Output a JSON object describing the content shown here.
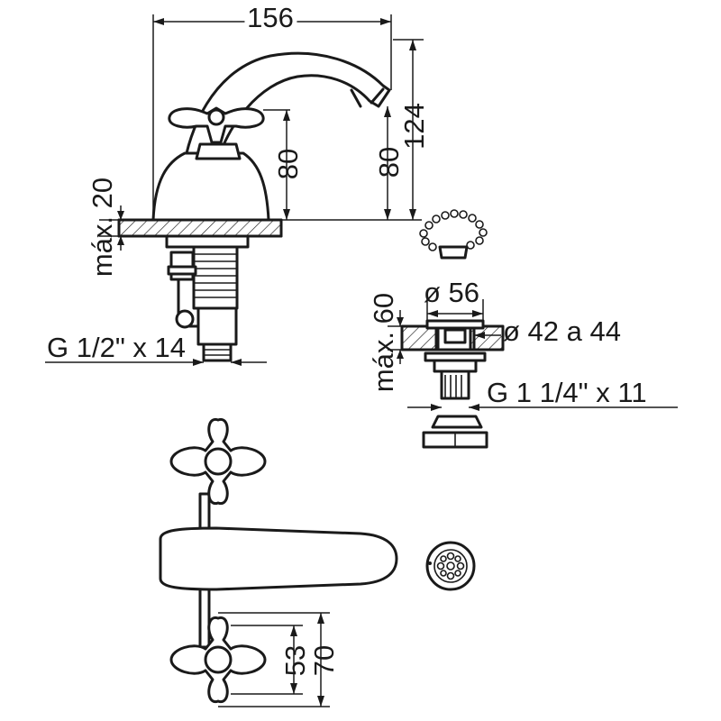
{
  "dimensions": {
    "width_total": "156",
    "height_total": "124",
    "spout_height": "80",
    "handle_height": "80",
    "max_thickness": "máx. 20",
    "inlet_thread": "G 1/2\" x 14",
    "drain_diameter": "ø 56",
    "drain_max_thickness": "máx. 60",
    "drain_hole_range": "ø 42 a 44",
    "drain_thread": "G 1 1/4\" x 11",
    "handle_spacing_inner": "53",
    "handle_spacing_outer": "70"
  },
  "colors": {
    "line": "#1a1a1a",
    "background": "#ffffff"
  }
}
